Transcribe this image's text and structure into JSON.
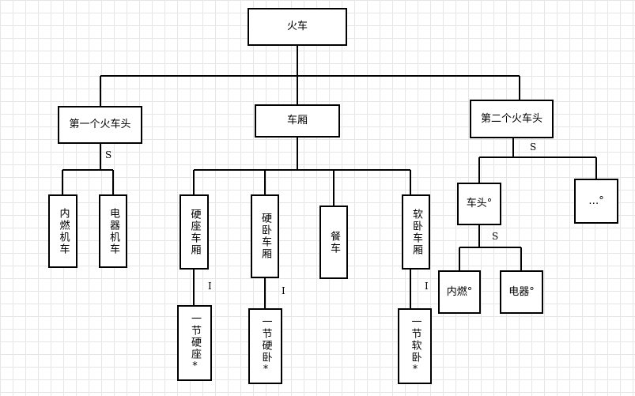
{
  "nodes": {
    "train": "火车",
    "head1": "第一个火车头",
    "carriage": "车厢",
    "head2": "第二个火车头",
    "internal_engine": "内燃机车",
    "electric_engine": "电器机车",
    "hard_seat": "硬座车厢",
    "hard_sleeper": "硬卧车厢",
    "dining": "餐车",
    "soft_sleeper": "软卧车厢",
    "one_hard_seat": "一节硬座*",
    "one_hard_sleeper": "一节硬卧*",
    "one_soft_sleeper": "一节软卧*",
    "head": "车头°",
    "etc": "…°",
    "internal": "内燃°",
    "electric": "电器°"
  },
  "labels": {
    "s_head1": "S",
    "s_head2": "S",
    "s_head": "S",
    "i_hard_seat": "I",
    "i_hard_sleeper": "I",
    "i_soft_sleeper": "I"
  }
}
